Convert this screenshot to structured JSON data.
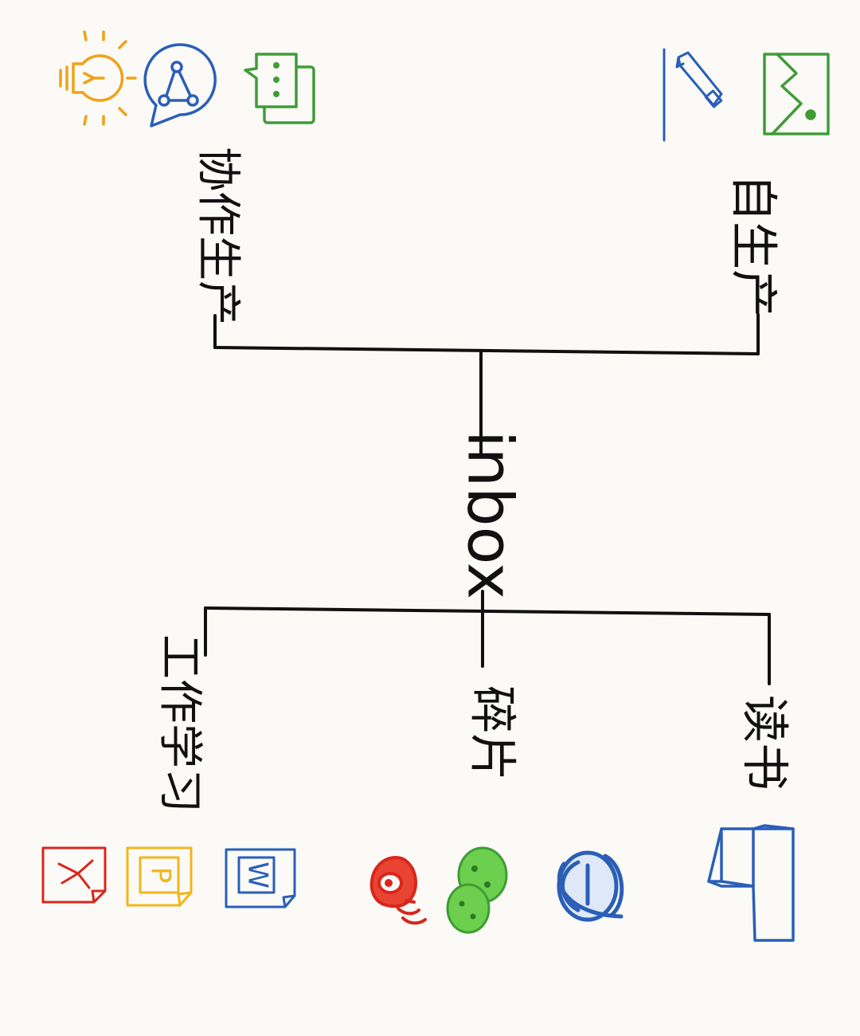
{
  "diagram": {
    "root": {
      "label": "inbox"
    },
    "branches": {
      "left": [
        {
          "label": "自生产",
          "icons": [
            "image-icon",
            "pen-icon"
          ]
        },
        {
          "label": "协作生产",
          "icons": [
            "chat-icon",
            "share-icon",
            "lightbulb-icon"
          ]
        }
      ],
      "right": [
        {
          "label": "读书",
          "icons": [
            "book-icon"
          ]
        },
        {
          "label": "碎片",
          "icons": [
            "ie-icon",
            "wechat-icon",
            "weibo-icon"
          ]
        },
        {
          "label": "工作学习",
          "icons": [
            "word-icon",
            "powerpoint-icon",
            "pdf-icon"
          ]
        }
      ]
    },
    "glyphs": {
      "word": "W",
      "powerpoint": "P"
    }
  },
  "colors": {
    "ink": "#111111",
    "green": "#3f9c36",
    "blue": "#2a5fb8",
    "orange": "#f0a21a",
    "red": "#d9261c",
    "gold": "#f2b51c",
    "bright_green": "#4cc23c"
  }
}
